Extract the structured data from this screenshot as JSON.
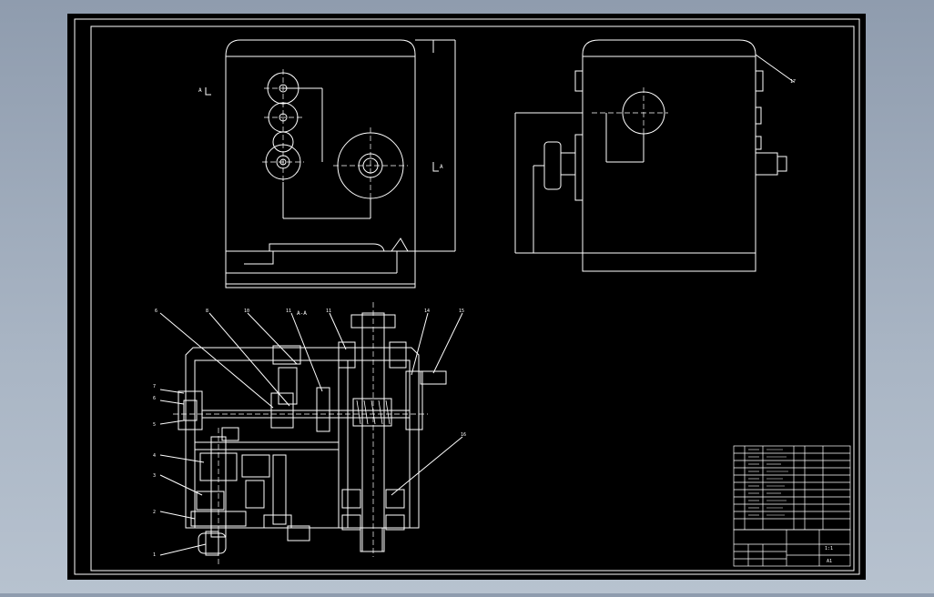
{
  "viewer": {
    "background_top": "#8f9cae",
    "canvas_color": "#000000",
    "line_color": "#ffffff"
  },
  "drawing": {
    "section_label": "A-A",
    "view_arrow_labels": [
      "A",
      "A"
    ],
    "part_callouts": [
      "6",
      "8",
      "10",
      "11",
      "11",
      "14",
      "15",
      "16",
      "7",
      "6",
      "5",
      "4",
      "3",
      "2",
      "1",
      "17"
    ],
    "title_block": {
      "mass_label": "1:1",
      "sheet_label": "A1"
    }
  }
}
